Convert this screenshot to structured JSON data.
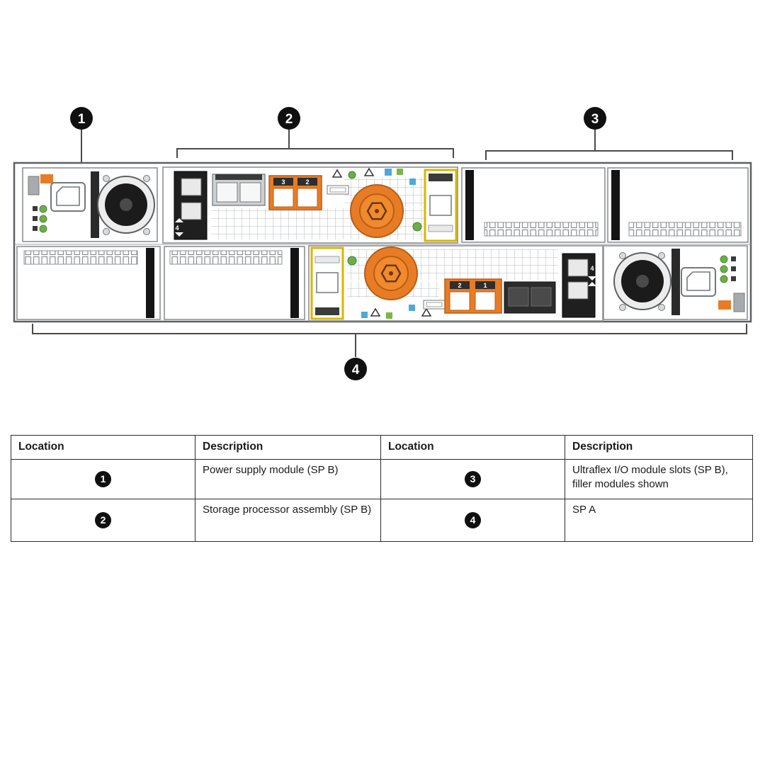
{
  "callouts": {
    "c1": "1",
    "c2": "2",
    "c3": "3",
    "c4": "4"
  },
  "diagram": {
    "port_labels": {
      "spb_left": "3",
      "spb_right": "2",
      "spa_left": "2",
      "spa_right": "1",
      "sas_spb": "4",
      "sas_spa": "4"
    },
    "colors": {
      "orange": "#e87c26",
      "green": "#6cae4b",
      "yellow": "#d9b600",
      "blue": "#4fa8d8",
      "black": "#101010"
    }
  },
  "table": {
    "headers": [
      "Location",
      "Description",
      "Location",
      "Description"
    ],
    "rows": [
      {
        "loc_a": "1",
        "desc_a": "Power supply module (SP B)",
        "loc_b": "3",
        "desc_b": "Ultraflex I/O module slots (SP B), filler modules shown"
      },
      {
        "loc_a": "2",
        "desc_a": "Storage processor assembly (SP B)",
        "loc_b": "4",
        "desc_b": "SP A"
      }
    ]
  }
}
